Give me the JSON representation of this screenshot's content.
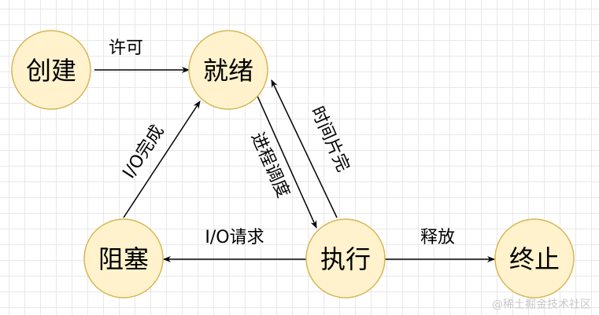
{
  "nodes": {
    "create": "创建",
    "ready": "就绪",
    "blocked": "阻塞",
    "running": "执行",
    "terminated": "终止"
  },
  "edges": {
    "create_to_ready": "许可",
    "blocked_to_ready": "I/O完成",
    "ready_to_running": "进程调度",
    "running_to_ready": "时间片完",
    "running_to_blocked": "I/O请求",
    "running_to_terminated": "释放"
  },
  "colors": {
    "node_fill": "#fff2cc",
    "node_stroke": "#d6b656"
  },
  "watermark": "@稀土掘金技术社区"
}
